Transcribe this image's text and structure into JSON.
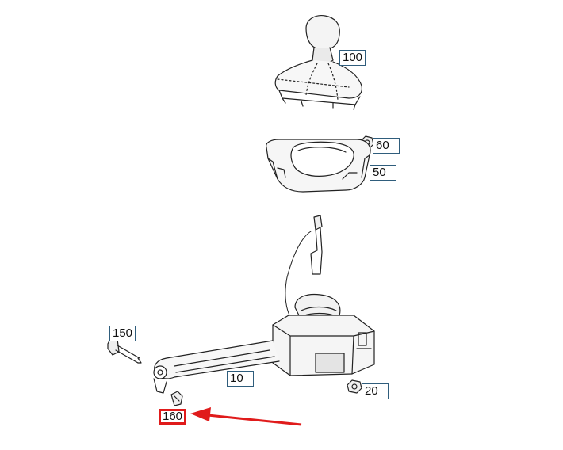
{
  "parts": [
    {
      "id": "knob-boot",
      "label": "100",
      "highlight": false
    },
    {
      "id": "nut-60",
      "label": "60",
      "highlight": false
    },
    {
      "id": "cover-frame",
      "label": "50",
      "highlight": false
    },
    {
      "id": "pin",
      "label": "150",
      "highlight": false
    },
    {
      "id": "shifter-assembly",
      "label": "10",
      "highlight": false
    },
    {
      "id": "nut-20",
      "label": "20",
      "highlight": false
    },
    {
      "id": "clip",
      "label": "160",
      "highlight": true
    }
  ],
  "colors": {
    "line": "#222222",
    "callout_border": "#2f5d7c",
    "highlight": "#e01b1b"
  }
}
